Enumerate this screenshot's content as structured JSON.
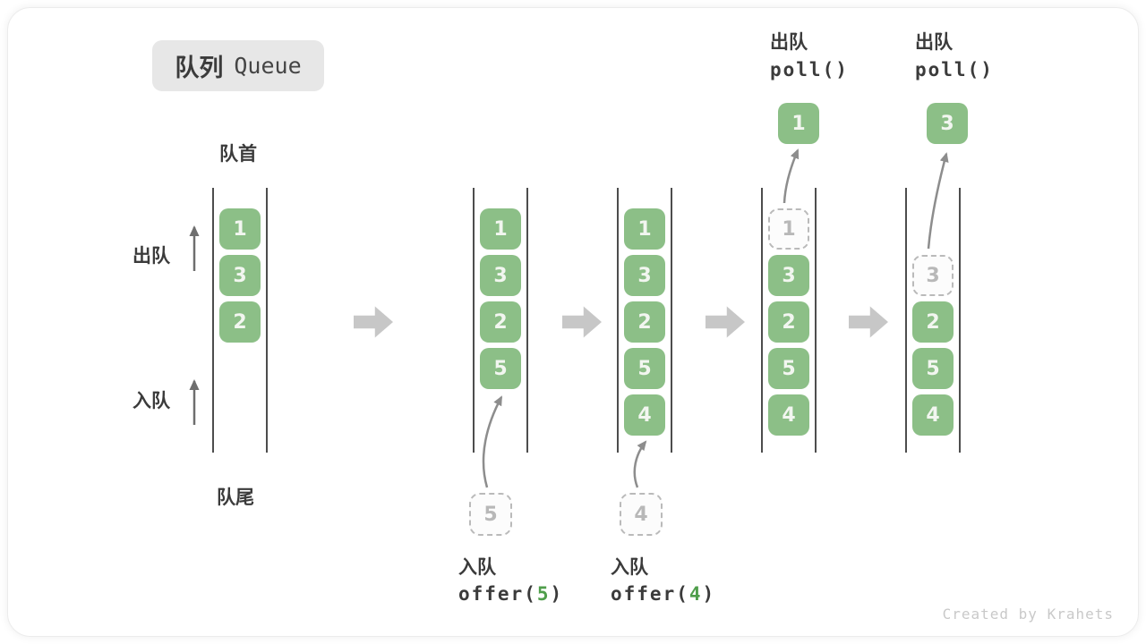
{
  "title": {
    "zh": "队列",
    "en": "Queue"
  },
  "side_labels": {
    "front": "队首",
    "rear": "队尾",
    "dequeue": "出队",
    "enqueue": "入队"
  },
  "watermark": "Created by Krahets",
  "colors": {
    "box_green": "#8cbf87",
    "box_text": "#f2f6f0",
    "dashed_border": "#bababa",
    "dashed_text": "#b8b8b8",
    "code_arg_green": "#4f9e4b",
    "block_arrow_gray": "#c7c7c7",
    "curve_arrow_gray": "#8d8d8d",
    "label_dark": "#3b3b3b",
    "title_bg": "#e7e7e7"
  },
  "states": [
    {
      "name": "state-initial",
      "slots": [
        {
          "row": 0,
          "value": "1",
          "style": "solid"
        },
        {
          "row": 1,
          "value": "3",
          "style": "solid"
        },
        {
          "row": 2,
          "value": "2",
          "style": "solid"
        }
      ]
    },
    {
      "name": "state-after-offer-5",
      "slots": [
        {
          "row": 0,
          "value": "1",
          "style": "solid"
        },
        {
          "row": 1,
          "value": "3",
          "style": "solid"
        },
        {
          "row": 2,
          "value": "2",
          "style": "solid"
        },
        {
          "row": 3,
          "value": "5",
          "style": "solid"
        }
      ],
      "pending": {
        "value": "5"
      },
      "op": {
        "label": "入队",
        "code_prefix": "offer(",
        "code_arg": "5",
        "code_suffix": ")",
        "position": "below"
      }
    },
    {
      "name": "state-after-offer-4",
      "slots": [
        {
          "row": 0,
          "value": "1",
          "style": "solid"
        },
        {
          "row": 1,
          "value": "3",
          "style": "solid"
        },
        {
          "row": 2,
          "value": "2",
          "style": "solid"
        },
        {
          "row": 3,
          "value": "5",
          "style": "solid"
        },
        {
          "row": 4,
          "value": "4",
          "style": "solid"
        }
      ],
      "pending": {
        "value": "4"
      },
      "op": {
        "label": "入队",
        "code_prefix": "offer(",
        "code_arg": "4",
        "code_suffix": ")",
        "position": "below"
      }
    },
    {
      "name": "state-after-poll-1",
      "slots": [
        {
          "row": 0,
          "value": "1",
          "style": "dashed"
        },
        {
          "row": 1,
          "value": "3",
          "style": "solid"
        },
        {
          "row": 2,
          "value": "2",
          "style": "solid"
        },
        {
          "row": 3,
          "value": "5",
          "style": "solid"
        },
        {
          "row": 4,
          "value": "4",
          "style": "solid"
        }
      ],
      "popped": {
        "value": "1"
      },
      "op": {
        "label": "出队",
        "code_prefix": "poll()",
        "code_arg": "",
        "code_suffix": "",
        "position": "above"
      }
    },
    {
      "name": "state-after-poll-3",
      "slots": [
        {
          "row": 1,
          "value": "3",
          "style": "dashed"
        },
        {
          "row": 2,
          "value": "2",
          "style": "solid"
        },
        {
          "row": 3,
          "value": "5",
          "style": "solid"
        },
        {
          "row": 4,
          "value": "4",
          "style": "solid"
        }
      ],
      "popped": {
        "value": "3"
      },
      "op": {
        "label": "出队",
        "code_prefix": "poll()",
        "code_arg": "",
        "code_suffix": "",
        "position": "above"
      }
    }
  ]
}
